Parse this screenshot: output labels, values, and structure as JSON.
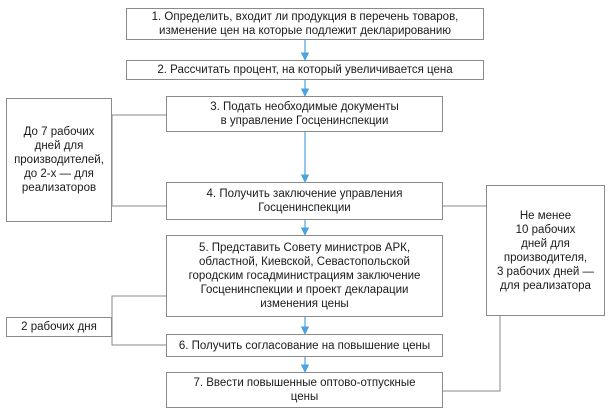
{
  "steps": [
    {
      "label": "1. Определить, входит ли продукция в перечень товаров,\nизменение цен на которые подлежит декларированию"
    },
    {
      "label": "2. Рассчитать процент, на который увеличивается цена"
    },
    {
      "label": "3. Подать необходимые документы\nв управление Госценинспекции"
    },
    {
      "label": "4. Получить заключение управления\nГосценинспекции"
    },
    {
      "label": "5. Представить Совету министров АРК,\nобластной, Киевской, Севастопольской\nгородским госадминистрациям заключение\nГосценинспекции и проект декларации\nизменения цены"
    },
    {
      "label": "6. Получить согласование на повышение цены"
    },
    {
      "label": "7. Ввести повышенные оптово-отпускные\nцены"
    }
  ],
  "notes": {
    "left_top": "До 7 рабочих\nдней для\nпроизводителей,\nдо 2-х — для\nреализаторов",
    "left_bottom": "2 рабочих дня",
    "right": "Не менее\n10 рабочих\nдней для\nпроизводителя,\n3 рабочих дней —\nдля реализатора"
  },
  "colors": {
    "border": "#8a8a8a",
    "connector": "#8a8a8a",
    "arrow": "#4aa3df"
  }
}
